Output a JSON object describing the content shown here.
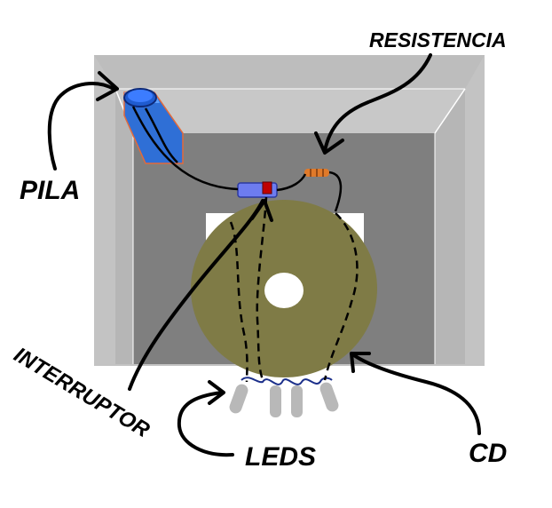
{
  "labels": {
    "resistencia": "RESISTENCIA",
    "pila": "PILA",
    "interruptor": "INTERRUPTOR",
    "leds": "LEDS",
    "cd": "CD"
  },
  "colors": {
    "frame_light": "#c3c3c3",
    "frame_inner": "#7f7f7f",
    "cd_disc": "#7f7b46",
    "battery_blue": "#2f6fd6",
    "switch_body": "#6d7cf0",
    "switch_button": "#c00000",
    "resistor": "#e07a2a",
    "led": "#b8b8b8",
    "wire": "#000000"
  }
}
